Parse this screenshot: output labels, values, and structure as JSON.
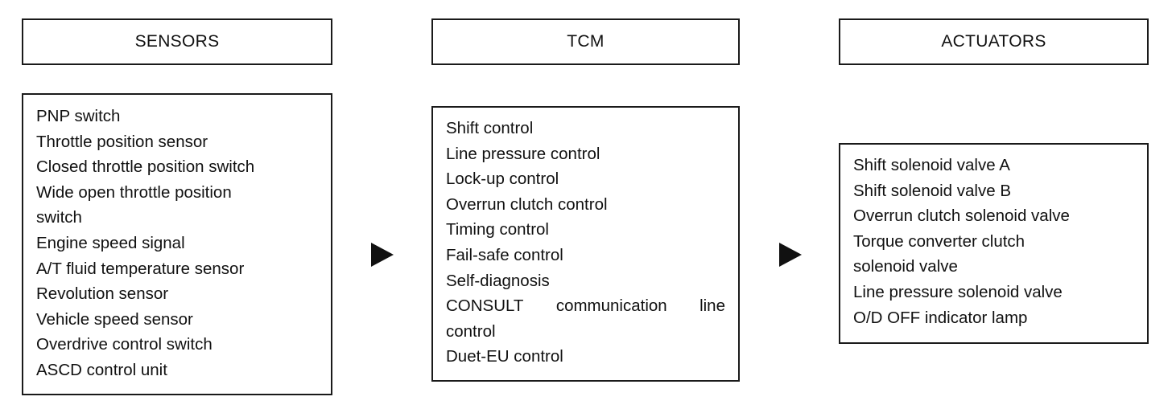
{
  "columns": {
    "sensors": {
      "title": "SENSORS",
      "items": [
        "PNP switch",
        "Throttle position sensor",
        "Closed throttle position switch",
        "Wide open throttle position",
        "switch",
        "Engine speed signal",
        "A/T fluid temperature sensor",
        "Revolution sensor",
        "Vehicle speed sensor",
        "Overdrive control switch",
        "ASCD control unit"
      ]
    },
    "tcm": {
      "title": "TCM",
      "items": [
        "Shift control",
        "Line pressure control",
        "Lock-up control",
        "Overrun clutch control",
        "Timing control",
        "Fail-safe control",
        "Self-diagnosis",
        "CONSULT communication line",
        "control",
        "Duet-EU control"
      ]
    },
    "actuators": {
      "title": "ACTUATORS",
      "items": [
        "Shift solenoid valve A",
        "Shift solenoid valve B",
        "Overrun clutch solenoid valve",
        "Torque converter clutch",
        "solenoid valve",
        "Line pressure solenoid valve",
        "O/D OFF indicator lamp"
      ]
    }
  },
  "colors": {
    "line": "#1a1a1a",
    "text": "#111111",
    "background": "#ffffff"
  }
}
